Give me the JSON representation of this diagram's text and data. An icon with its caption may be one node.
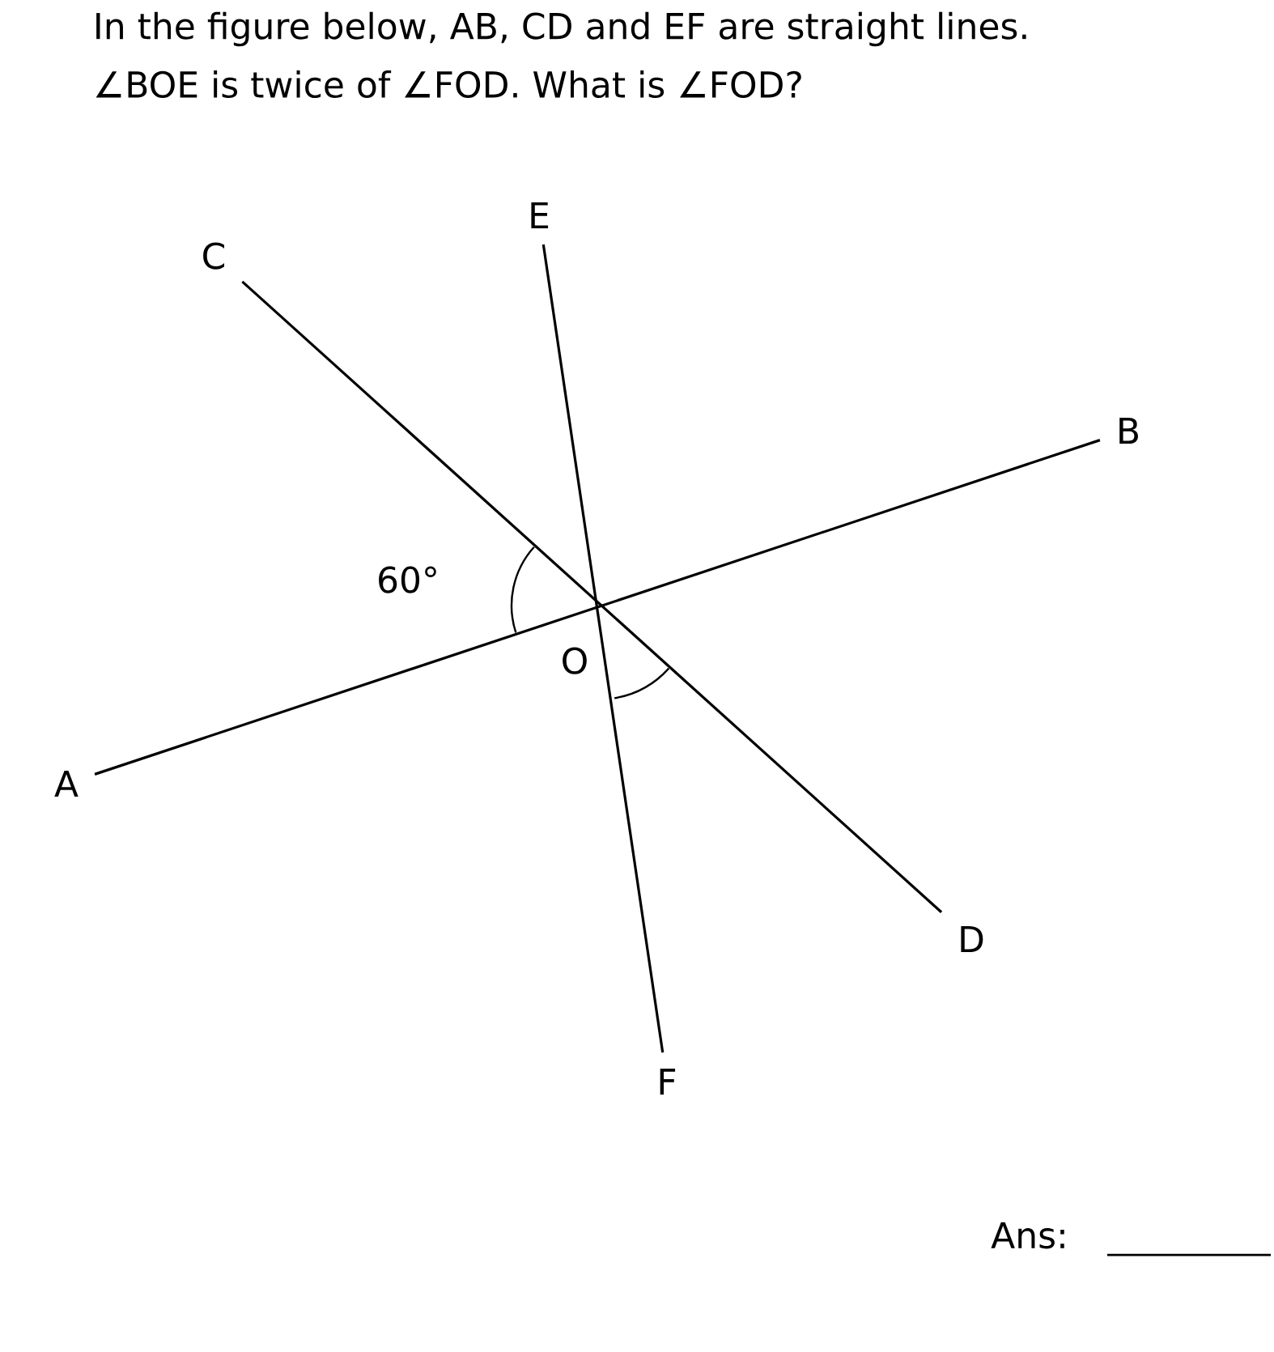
{
  "diagram": {
    "nodes": [
      {
        "text": [
          "A"
        ]
      },
      {
        "text": [
          "B"
        ]
      },
      {
        "text": [
          "C"
        ]
      },
      {
        "text": [
          "D"
        ]
      },
      {
        "text": [
          "E"
        ]
      },
      {
        "text": [
          "F"
        ]
      }
    ],
    "edges": [
      {
        "from": 0,
        "to": 1,
        "arrow": "none"
      },
      {
        "from": 2,
        "to": 3,
        "arrow": "none"
      },
      {
        "from": 4,
        "to": 5,
        "arrow": "none"
      }
    ],
    "labels": [
      "In the figure below, AB, CD and EF are straight lines.",
      "∠BOE is twice of ∠FOD.  What is ∠FOD?",
      "60°",
      "O",
      "Ans:"
    ]
  }
}
